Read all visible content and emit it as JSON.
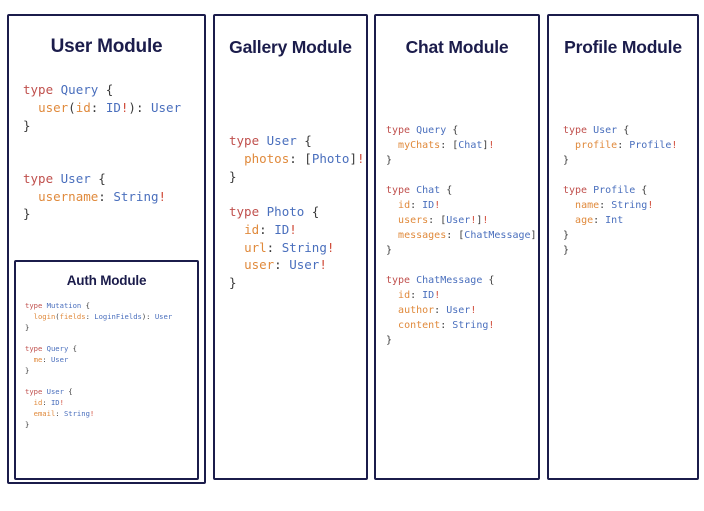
{
  "canvas": {
    "background": "#ffffff",
    "border_color": "#1b1c4b"
  },
  "palette": {
    "keyword": "#c0504d",
    "type_name": "#4a6fbd",
    "field_name": "#e08a3c",
    "punctuation": "#3b3b3b",
    "non_null_bang": "#d04a38",
    "heading": "#1b1c4b"
  },
  "modules": [
    {
      "id": "user",
      "title": "User Module",
      "code_lines": [
        [
          {
            "t": "type ",
            "c": "kw"
          },
          {
            "t": "Query",
            "c": "type"
          },
          {
            "t": " {",
            "c": "punc"
          }
        ],
        [
          {
            "t": "  ",
            "c": "punc"
          },
          {
            "t": "user",
            "c": "field"
          },
          {
            "t": "(",
            "c": "punc"
          },
          {
            "t": "id",
            "c": "field"
          },
          {
            "t": ": ",
            "c": "punc"
          },
          {
            "t": "ID",
            "c": "type"
          },
          {
            "t": "!",
            "c": "bang"
          },
          {
            "t": "): ",
            "c": "punc"
          },
          {
            "t": "User",
            "c": "type"
          }
        ],
        [
          {
            "t": "}",
            "c": "punc"
          }
        ],
        [
          {
            "t": "",
            "c": "punc"
          }
        ],
        [
          {
            "t": "",
            "c": "punc"
          }
        ],
        [
          {
            "t": "type ",
            "c": "kw"
          },
          {
            "t": "User",
            "c": "type"
          },
          {
            "t": " {",
            "c": "punc"
          }
        ],
        [
          {
            "t": "  ",
            "c": "punc"
          },
          {
            "t": "username",
            "c": "field"
          },
          {
            "t": ": ",
            "c": "punc"
          },
          {
            "t": "String",
            "c": "type"
          },
          {
            "t": "!",
            "c": "bang"
          }
        ],
        [
          {
            "t": "}",
            "c": "punc"
          }
        ]
      ]
    },
    {
      "id": "auth",
      "title": "Auth Module",
      "code_lines": [
        [
          {
            "t": "type ",
            "c": "kw"
          },
          {
            "t": "Mutation",
            "c": "type"
          },
          {
            "t": " {",
            "c": "punc"
          }
        ],
        [
          {
            "t": "  ",
            "c": "punc"
          },
          {
            "t": "login",
            "c": "field"
          },
          {
            "t": "(",
            "c": "punc"
          },
          {
            "t": "fields",
            "c": "field"
          },
          {
            "t": ": ",
            "c": "punc"
          },
          {
            "t": "LoginFields",
            "c": "type"
          },
          {
            "t": "): ",
            "c": "punc"
          },
          {
            "t": "User",
            "c": "type"
          }
        ],
        [
          {
            "t": "}",
            "c": "punc"
          }
        ],
        [
          {
            "t": "",
            "c": "punc"
          }
        ],
        [
          {
            "t": "type ",
            "c": "kw"
          },
          {
            "t": "Query",
            "c": "type"
          },
          {
            "t": " {",
            "c": "punc"
          }
        ],
        [
          {
            "t": "  ",
            "c": "punc"
          },
          {
            "t": "me",
            "c": "field"
          },
          {
            "t": ": ",
            "c": "punc"
          },
          {
            "t": "User",
            "c": "type"
          }
        ],
        [
          {
            "t": "}",
            "c": "punc"
          }
        ],
        [
          {
            "t": "",
            "c": "punc"
          }
        ],
        [
          {
            "t": "type ",
            "c": "kw"
          },
          {
            "t": "User",
            "c": "type"
          },
          {
            "t": " {",
            "c": "punc"
          }
        ],
        [
          {
            "t": "  ",
            "c": "punc"
          },
          {
            "t": "id",
            "c": "field"
          },
          {
            "t": ": ",
            "c": "punc"
          },
          {
            "t": "ID",
            "c": "type"
          },
          {
            "t": "!",
            "c": "bang"
          }
        ],
        [
          {
            "t": "  ",
            "c": "punc"
          },
          {
            "t": "email",
            "c": "field"
          },
          {
            "t": ": ",
            "c": "punc"
          },
          {
            "t": "String",
            "c": "type"
          },
          {
            "t": "!",
            "c": "bang"
          }
        ],
        [
          {
            "t": "}",
            "c": "punc"
          }
        ]
      ]
    },
    {
      "id": "gallery",
      "title": "Gallery Module",
      "code_lines": [
        [
          {
            "t": "type ",
            "c": "kw"
          },
          {
            "t": "User",
            "c": "type"
          },
          {
            "t": " {",
            "c": "punc"
          }
        ],
        [
          {
            "t": "  ",
            "c": "punc"
          },
          {
            "t": "photos",
            "c": "field"
          },
          {
            "t": ": ",
            "c": "punc"
          },
          {
            "t": "[",
            "c": "punc"
          },
          {
            "t": "Photo",
            "c": "type"
          },
          {
            "t": "]",
            "c": "punc"
          },
          {
            "t": "!",
            "c": "bang"
          }
        ],
        [
          {
            "t": "}",
            "c": "punc"
          }
        ],
        [
          {
            "t": "",
            "c": "punc"
          }
        ],
        [
          {
            "t": "type ",
            "c": "kw"
          },
          {
            "t": "Photo",
            "c": "type"
          },
          {
            "t": " {",
            "c": "punc"
          }
        ],
        [
          {
            "t": "  ",
            "c": "punc"
          },
          {
            "t": "id",
            "c": "field"
          },
          {
            "t": ": ",
            "c": "punc"
          },
          {
            "t": "ID",
            "c": "type"
          },
          {
            "t": "!",
            "c": "bang"
          }
        ],
        [
          {
            "t": "  ",
            "c": "punc"
          },
          {
            "t": "url",
            "c": "field"
          },
          {
            "t": ": ",
            "c": "punc"
          },
          {
            "t": "String",
            "c": "type"
          },
          {
            "t": "!",
            "c": "bang"
          }
        ],
        [
          {
            "t": "  ",
            "c": "punc"
          },
          {
            "t": "user",
            "c": "field"
          },
          {
            "t": ": ",
            "c": "punc"
          },
          {
            "t": "User",
            "c": "type"
          },
          {
            "t": "!",
            "c": "bang"
          }
        ],
        [
          {
            "t": "}",
            "c": "punc"
          }
        ]
      ]
    },
    {
      "id": "chat",
      "title": "Chat Module",
      "code_lines": [
        [
          {
            "t": "type ",
            "c": "kw"
          },
          {
            "t": "Query",
            "c": "type"
          },
          {
            "t": " {",
            "c": "punc"
          }
        ],
        [
          {
            "t": "  ",
            "c": "punc"
          },
          {
            "t": "myChats",
            "c": "field"
          },
          {
            "t": ": ",
            "c": "punc"
          },
          {
            "t": "[",
            "c": "punc"
          },
          {
            "t": "Chat",
            "c": "type"
          },
          {
            "t": "]",
            "c": "punc"
          },
          {
            "t": "!",
            "c": "bang"
          }
        ],
        [
          {
            "t": "}",
            "c": "punc"
          }
        ],
        [
          {
            "t": "",
            "c": "punc"
          }
        ],
        [
          {
            "t": "type ",
            "c": "kw"
          },
          {
            "t": "Chat",
            "c": "type"
          },
          {
            "t": " {",
            "c": "punc"
          }
        ],
        [
          {
            "t": "  ",
            "c": "punc"
          },
          {
            "t": "id",
            "c": "field"
          },
          {
            "t": ": ",
            "c": "punc"
          },
          {
            "t": "ID",
            "c": "type"
          },
          {
            "t": "!",
            "c": "bang"
          }
        ],
        [
          {
            "t": "  ",
            "c": "punc"
          },
          {
            "t": "users",
            "c": "field"
          },
          {
            "t": ": ",
            "c": "punc"
          },
          {
            "t": "[",
            "c": "punc"
          },
          {
            "t": "User",
            "c": "type"
          },
          {
            "t": "!",
            "c": "bang"
          },
          {
            "t": "]",
            "c": "punc"
          },
          {
            "t": "!",
            "c": "bang"
          }
        ],
        [
          {
            "t": "  ",
            "c": "punc"
          },
          {
            "t": "messages",
            "c": "field"
          },
          {
            "t": ": ",
            "c": "punc"
          },
          {
            "t": "[",
            "c": "punc"
          },
          {
            "t": "ChatMessage",
            "c": "type"
          },
          {
            "t": "]",
            "c": "punc"
          },
          {
            "t": "!",
            "c": "bang"
          }
        ],
        [
          {
            "t": "}",
            "c": "punc"
          }
        ],
        [
          {
            "t": "",
            "c": "punc"
          }
        ],
        [
          {
            "t": "type ",
            "c": "kw"
          },
          {
            "t": "ChatMessage",
            "c": "type"
          },
          {
            "t": " {",
            "c": "punc"
          }
        ],
        [
          {
            "t": "  ",
            "c": "punc"
          },
          {
            "t": "id",
            "c": "field"
          },
          {
            "t": ": ",
            "c": "punc"
          },
          {
            "t": "ID",
            "c": "type"
          },
          {
            "t": "!",
            "c": "bang"
          }
        ],
        [
          {
            "t": "  ",
            "c": "punc"
          },
          {
            "t": "author",
            "c": "field"
          },
          {
            "t": ": ",
            "c": "punc"
          },
          {
            "t": "User",
            "c": "type"
          },
          {
            "t": "!",
            "c": "bang"
          }
        ],
        [
          {
            "t": "  ",
            "c": "punc"
          },
          {
            "t": "content",
            "c": "field"
          },
          {
            "t": ": ",
            "c": "punc"
          },
          {
            "t": "String",
            "c": "type"
          },
          {
            "t": "!",
            "c": "bang"
          }
        ],
        [
          {
            "t": "}",
            "c": "punc"
          }
        ]
      ]
    },
    {
      "id": "profile",
      "title": "Profile Module",
      "code_lines": [
        [
          {
            "t": "type ",
            "c": "kw"
          },
          {
            "t": "User",
            "c": "type"
          },
          {
            "t": " {",
            "c": "punc"
          }
        ],
        [
          {
            "t": "  ",
            "c": "punc"
          },
          {
            "t": "profile",
            "c": "field"
          },
          {
            "t": ": ",
            "c": "punc"
          },
          {
            "t": "Profile",
            "c": "type"
          },
          {
            "t": "!",
            "c": "bang"
          }
        ],
        [
          {
            "t": "}",
            "c": "punc"
          }
        ],
        [
          {
            "t": "",
            "c": "punc"
          }
        ],
        [
          {
            "t": "type ",
            "c": "kw"
          },
          {
            "t": "Profile",
            "c": "type"
          },
          {
            "t": " {",
            "c": "punc"
          }
        ],
        [
          {
            "t": "  ",
            "c": "punc"
          },
          {
            "t": "name",
            "c": "field"
          },
          {
            "t": ": ",
            "c": "punc"
          },
          {
            "t": "String",
            "c": "type"
          },
          {
            "t": "!",
            "c": "bang"
          }
        ],
        [
          {
            "t": "  ",
            "c": "punc"
          },
          {
            "t": "age",
            "c": "field"
          },
          {
            "t": ": ",
            "c": "punc"
          },
          {
            "t": "Int",
            "c": "type"
          }
        ],
        [
          {
            "t": "}",
            "c": "punc"
          }
        ],
        [
          {
            "t": "}",
            "c": "punc"
          }
        ]
      ]
    }
  ]
}
